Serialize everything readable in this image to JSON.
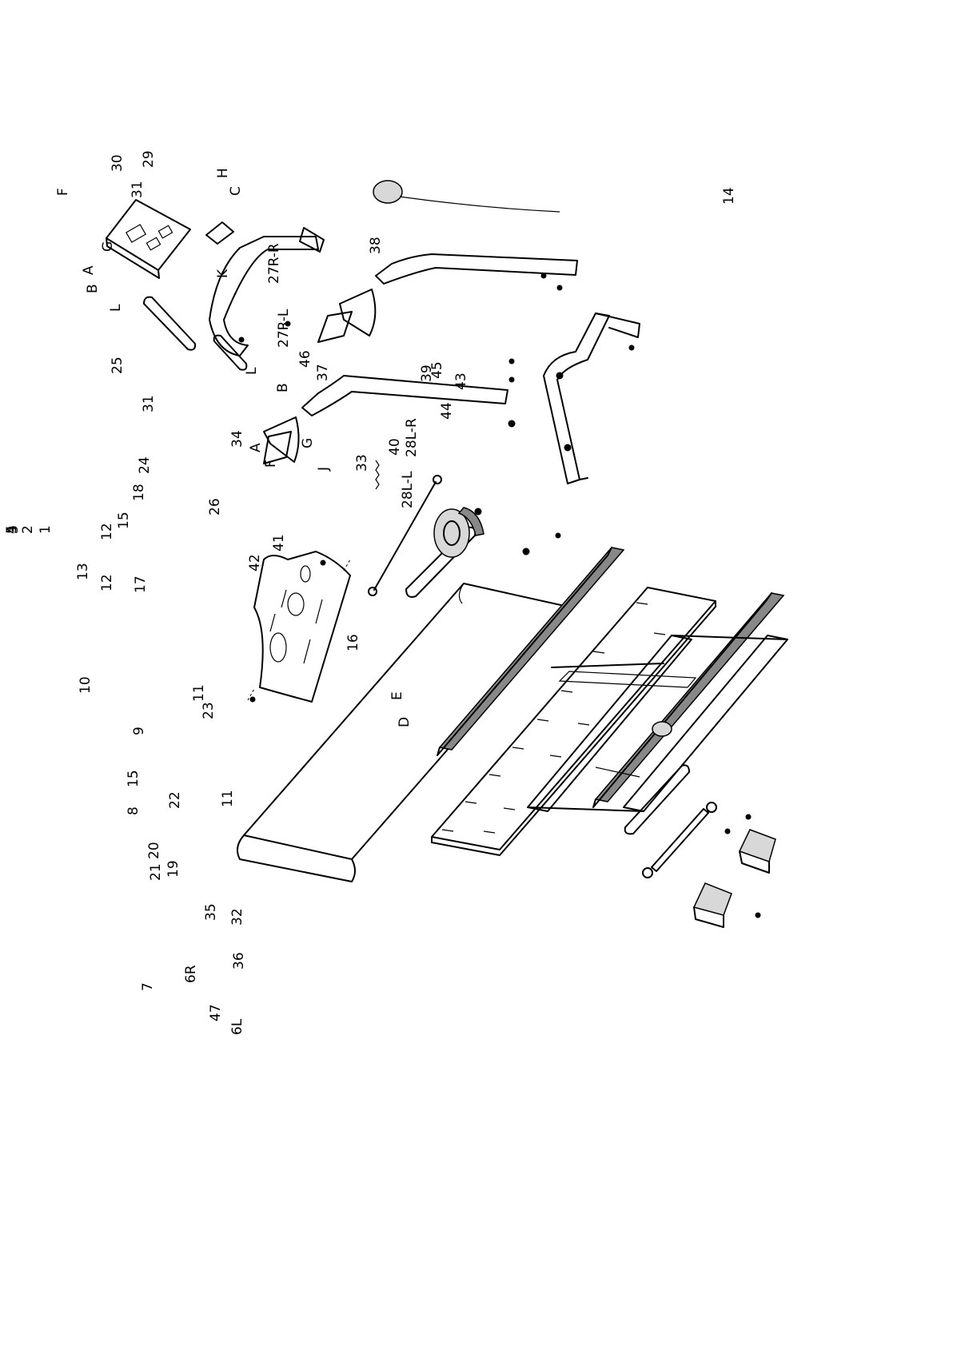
{
  "diagram": {
    "callouts": {
      "p1": "1",
      "p2": "2",
      "p3": "3",
      "p4": "4",
      "p5": "5",
      "p6L": "6L",
      "p6R": "6R",
      "p7": "7",
      "p8": "8",
      "p9": "9",
      "p10": "10",
      "p11a": "11",
      "p11b": "11",
      "p12a": "12",
      "p12b": "12",
      "p13": "13",
      "p14": "14",
      "p15a": "15",
      "p15b": "15",
      "p16": "16",
      "p17": "17",
      "p18": "18",
      "p19": "19",
      "p20": "20",
      "p21": "21",
      "p22": "22",
      "p23": "23",
      "p24": "24",
      "p25": "25",
      "p26": "26",
      "p27RL": "27R-L",
      "p27RR": "27R-R",
      "p28LL": "28L-L",
      "p28LR": "28L-R",
      "p29": "29",
      "p30": "30",
      "p31a": "31",
      "p31b": "31",
      "p32": "32",
      "p33": "33",
      "p34": "34",
      "p35": "35",
      "p36": "36",
      "p37": "37",
      "p38": "38",
      "p39": "39",
      "p40": "40",
      "p41": "41",
      "p42": "42",
      "p43": "43",
      "p44": "44",
      "p45": "45",
      "p46": "46",
      "p47": "47",
      "pA1": "A",
      "pA2": "A",
      "pB1": "B",
      "pB2": "B",
      "pC": "C",
      "pD": "D",
      "pE": "E",
      "pF1": "F",
      "pF2": "F",
      "pG1": "G",
      "pG2": "G",
      "pH": "H",
      "pJ": "J",
      "pK": "K",
      "pL1": "L",
      "pL2": "L"
    }
  }
}
